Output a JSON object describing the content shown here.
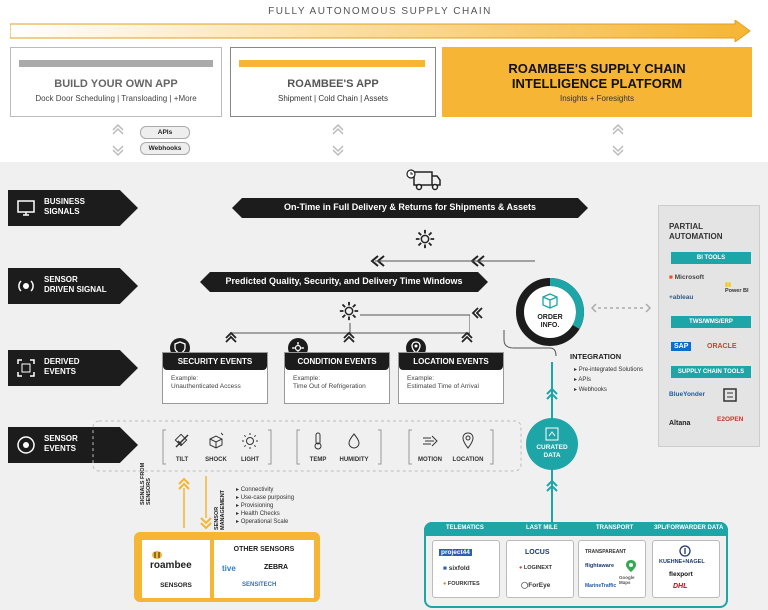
{
  "header": {
    "title": "FULLY AUTONOMOUS SUPPLY CHAIN"
  },
  "top_boxes": [
    {
      "title": "BUILD YOUR OWN APP",
      "subtitle": "Dock Door Scheduling | Transloading | +More"
    },
    {
      "title": "ROAMBEE'S APP",
      "subtitle": "Shipment | Cold Chain | Assets"
    },
    {
      "title": "ROAMBEE'S SUPPLY CHAIN",
      "title2": "INTELLIGENCE PLATFORM",
      "subtitle": "Insights + Foresights"
    }
  ],
  "connectors": {
    "apis": "APIs",
    "webhooks": "Webhooks"
  },
  "side_labels": [
    {
      "line1": "BUSINESS",
      "line2": "SIGNALS",
      "icon": "monitor-icon"
    },
    {
      "line1": "SENSOR",
      "line2": "DRIVEN SIGNAL",
      "icon": "signal-icon"
    },
    {
      "line1": "DERIVED",
      "line2": "EVENTS",
      "icon": "frame-icon"
    },
    {
      "line1": "SENSOR",
      "line2": "EVENTS",
      "icon": "sensor-icon"
    }
  ],
  "banners": {
    "business": "On-Time in Full Delivery & Returns for Shipments & Assets",
    "sensor_driven": "Predicted Quality, Security, and Delivery Time Windows"
  },
  "events": [
    {
      "title": "SECURITY EVENTS",
      "example_label": "Example:",
      "example": "Unauthenticated Access"
    },
    {
      "title": "CONDITION EVENTS",
      "example_label": "Example:",
      "example": "Time Out of Refrigeration"
    },
    {
      "title": "LOCATION EVENTS",
      "example_label": "Example:",
      "example": "Estimated Time of Arrival"
    }
  ],
  "sensors": [
    "TILT",
    "SHOCK",
    "LIGHT",
    "TEMP",
    "HUMIDITY",
    "MOTION",
    "LOCATION"
  ],
  "order_info": {
    "line1": "ORDER",
    "line2": "INFO."
  },
  "integration": {
    "title": "INTEGRATION",
    "items": [
      "Pre-integrated Solutions",
      "APIs",
      "Webhooks"
    ]
  },
  "curated_data": {
    "line1": "CURATED",
    "line2": "DATA"
  },
  "partial_automation": {
    "title1": "PARTIAL",
    "title2": "AUTOMATION",
    "groups": [
      {
        "header": "BI TOOLS",
        "logos": [
          "Microsoft",
          "Power BI",
          "+ableau"
        ]
      },
      {
        "header": "TWS/WMS/ERP",
        "logos": [
          "SAP",
          "ORACLE"
        ]
      },
      {
        "header": "SUPPLY CHAIN TOOLS",
        "logos": [
          "BlueYonder",
          "Altana",
          "E2OPEN"
        ]
      }
    ]
  },
  "signals_from_sensors": "SIGNALS FROM SENSORS",
  "sensor_management": {
    "label": "SENSOR MANAGEMENT",
    "items": [
      "Connectivity",
      "Use-case purposing",
      "Provisioning",
      "Health Checks",
      "Operational Scale"
    ]
  },
  "bottom_left": {
    "roambee_logo": "roambee",
    "sensors_label": "SENSORS",
    "other_title": "OTHER SENSORS",
    "other_logos": [
      "tive",
      "ZEBRA",
      "SENSITECH"
    ]
  },
  "partners": [
    {
      "header": "TELEMATICS",
      "logos": [
        "project44",
        "sixfold",
        "FOURKITES"
      ]
    },
    {
      "header": "LAST MILE",
      "logos": [
        "LOCUS",
        "LOGINEXT",
        "ForEye"
      ]
    },
    {
      "header": "TRANSPORT",
      "logos": [
        "TRANSPAREANT",
        "flightaware",
        "Google Maps",
        "MarineTraffic"
      ]
    },
    {
      "header": "3PL/FORWARDER DATA",
      "logos": [
        "KUEHNE+NAGEL",
        "flexport",
        "DHL"
      ]
    }
  ],
  "colors": {
    "accent": "#f6b534",
    "teal": "#1ea5a8",
    "dark": "#1c1c1c"
  }
}
